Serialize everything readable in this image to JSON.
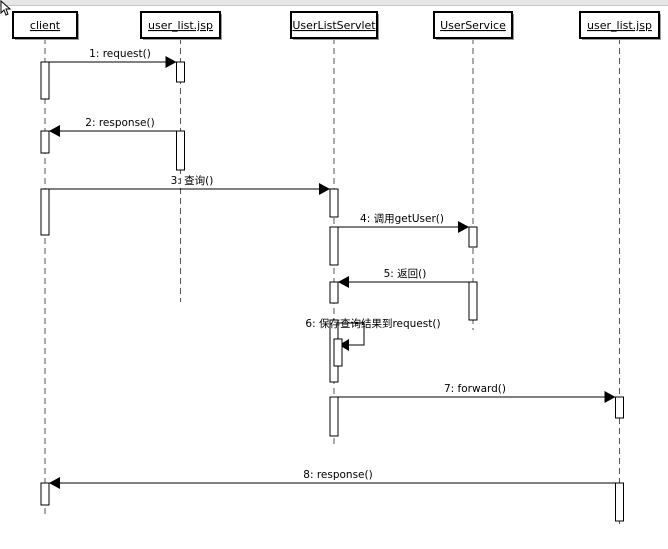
{
  "diagram": {
    "type": "sequence-diagram",
    "colors": {
      "line": "#000000",
      "lifeline": "#555555",
      "background": "#ffffff",
      "box_fill": "#ffffff"
    },
    "participants": [
      {
        "id": "client",
        "label": "client"
      },
      {
        "id": "jsp1",
        "label": "user_list.jsp"
      },
      {
        "id": "servlet",
        "label": "UserListServlet"
      },
      {
        "id": "service",
        "label": "UserService"
      },
      {
        "id": "jsp2",
        "label": "user_list.jsp"
      }
    ],
    "messages": [
      {
        "from": "client",
        "to": "jsp1",
        "label": "1: request()"
      },
      {
        "from": "jsp1",
        "to": "client",
        "label": "2: response()"
      },
      {
        "from": "client",
        "to": "servlet",
        "label": "3: 查询()"
      },
      {
        "from": "servlet",
        "to": "service",
        "label": "4: 调用getUser()"
      },
      {
        "from": "service",
        "to": "servlet",
        "label": "5: 返回()"
      },
      {
        "from": "servlet",
        "to": "servlet",
        "label": "6: 保存查询结果到request()"
      },
      {
        "from": "servlet",
        "to": "jsp2",
        "label": "7: forward()"
      },
      {
        "from": "jsp2",
        "to": "client",
        "label": "8: response()"
      }
    ]
  }
}
